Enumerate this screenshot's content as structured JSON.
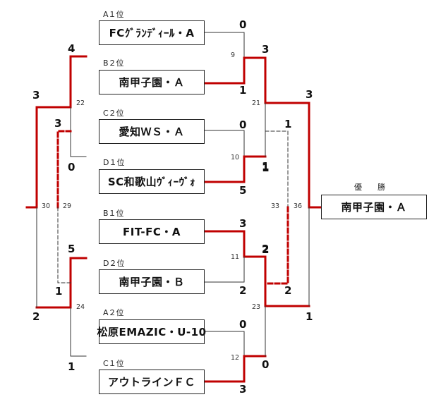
{
  "teams": [
    {
      "seed": "A１位",
      "name": "FCｸﾞﾗﾝﾃﾞｨｰﾙ・A"
    },
    {
      "seed": "B２位",
      "name": "南甲子園・Ａ"
    },
    {
      "seed": "C２位",
      "name": "愛知ＷＳ・Ａ"
    },
    {
      "seed": "D１位",
      "name": "SC和歌山ｳﾞｨｰｳﾞｫ"
    },
    {
      "seed": "B１位",
      "name": "FIT-FC・A"
    },
    {
      "seed": "D２位",
      "name": "南甲子園・Ｂ"
    },
    {
      "seed": "A２位",
      "name": "松原EMAZIC・U-10"
    },
    {
      "seed": "C１位",
      "name": "アウトラインＦＣ"
    }
  ],
  "match_numbers": [
    "9",
    "10",
    "11",
    "12",
    "21",
    "22",
    "23",
    "24",
    "29",
    "30",
    "33",
    "36"
  ],
  "scores": {
    "m9": [
      "0",
      "3",
      "1"
    ],
    "m10": [
      "0",
      "1",
      "5"
    ],
    "m11": [
      "3",
      "2",
      "2"
    ],
    "m12": [
      "0",
      "0",
      "3"
    ],
    "m21": [
      "1",
      "3",
      "1"
    ],
    "m23": [
      "2",
      "2",
      "1"
    ],
    "m22": [
      "4",
      "0"
    ],
    "m24": [
      "5",
      "1"
    ],
    "m29": [
      "3",
      "1"
    ],
    "m30": [
      "3",
      "2"
    ],
    "m33": [
      "1",
      "2"
    ],
    "m36": [
      "3"
    ]
  },
  "champion": {
    "label": "優勝",
    "name": "南甲子園・Ａ"
  },
  "colors": {
    "winner_line": "#c00000",
    "loser_line": "#333333"
  }
}
